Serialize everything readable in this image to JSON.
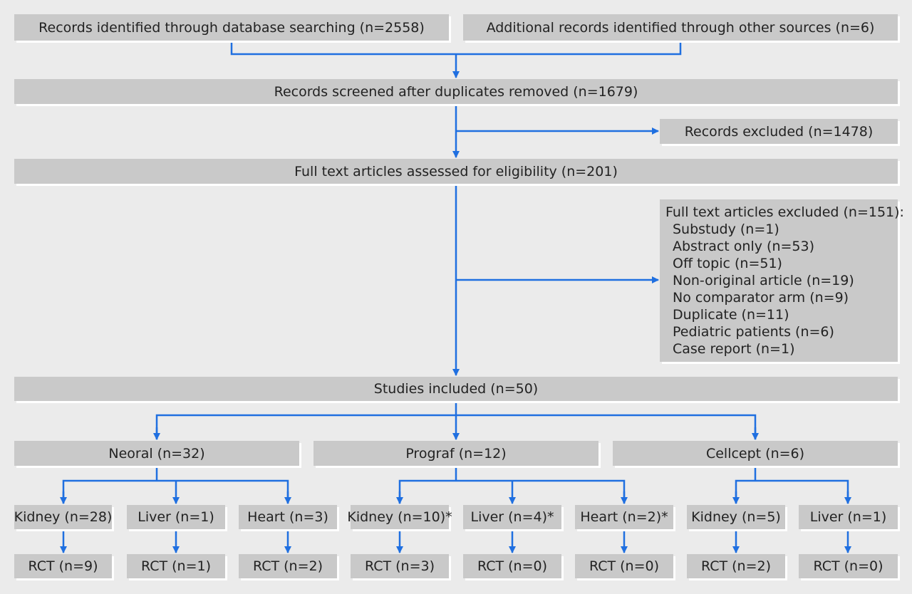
{
  "identification": {
    "database": "Records identified through database searching (n=2558)",
    "other": "Additional records identified through other sources (n=6)"
  },
  "screened": "Records screened after duplicates removed (n=1679)",
  "records_excluded": "Records excluded (n=1478)",
  "assessed": "Full text articles assessed for eligibility (n=201)",
  "fulltext_excluded": {
    "title": "Full text articles excluded (n=151):",
    "items": [
      "Substudy (n=1)",
      "Abstract only (n=53)",
      "Off topic (n=51)",
      "Non-original article (n=19)",
      "No comparator arm (n=9)",
      "Duplicate (n=11)",
      "Pediatric patients (n=6)",
      "Case report (n=1)"
    ]
  },
  "included": "Studies included (n=50)",
  "drugs": [
    {
      "label": "Neoral (n=32)",
      "organs": [
        {
          "label": "Kidney (n=28)",
          "rct": "RCT (n=9)"
        },
        {
          "label": "Liver (n=1)",
          "rct": "RCT (n=1)"
        },
        {
          "label": "Heart (n=3)",
          "rct": "RCT (n=2)"
        }
      ]
    },
    {
      "label": "Prograf (n=12)",
      "organs": [
        {
          "label": "Kidney (n=10)*",
          "rct": "RCT (n=3)"
        },
        {
          "label": "Liver (n=4)*",
          "rct": "RCT (n=0)"
        },
        {
          "label": "Heart (n=2)*",
          "rct": "RCT (n=0)"
        }
      ]
    },
    {
      "label": "Cellcept (n=6)",
      "organs": [
        {
          "label": "Kidney (n=5)",
          "rct": "RCT (n=2)"
        },
        {
          "label": "Liver (n=1)",
          "rct": "RCT (n=0)"
        }
      ]
    }
  ],
  "colors": {
    "arrow": "#1f6fe0",
    "box": "#c9c9c9",
    "background": "#ebebeb"
  }
}
